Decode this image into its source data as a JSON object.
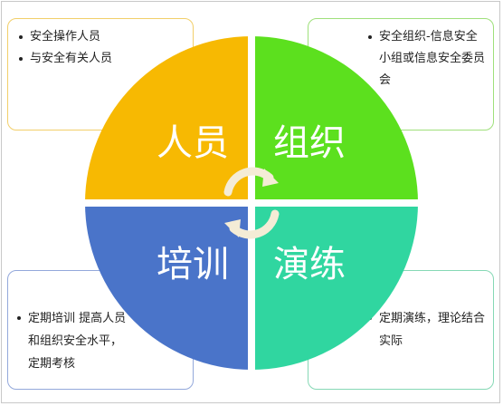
{
  "quadrants": {
    "top_left": {
      "label": "人员",
      "color": "#f7b902",
      "bullets": [
        "安全操作人员",
        "与安全有关人员"
      ]
    },
    "top_right": {
      "label": "组织",
      "color": "#5ce01e",
      "bullets": [
        "安全组织-信息安全小组或信息安全委员会"
      ]
    },
    "bottom_left": {
      "label": "培训",
      "color": "#4a74c9",
      "bullets": [
        "定期培训 提高人员和组织安全水平，定期考核"
      ]
    },
    "bottom_right": {
      "label": "演练",
      "color": "#30d6a0",
      "bullets": [
        "定期演练，理论结合实际"
      ]
    }
  },
  "center_icon": "refresh-cycle-icon",
  "colors": {
    "arrow": "#f4ecd6",
    "divider": "#ffffff"
  }
}
